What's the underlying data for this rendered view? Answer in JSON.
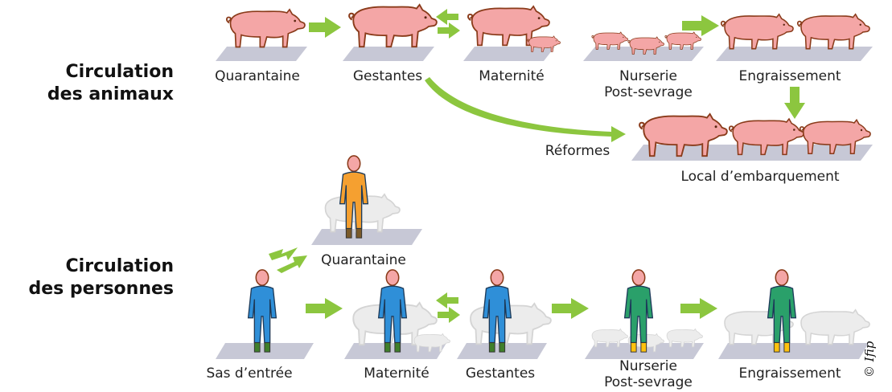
{
  "headings": {
    "animals": [
      "Circulation",
      "des animaux"
    ],
    "people": [
      "Circulation",
      "des personnes"
    ]
  },
  "animal_labels": {
    "quarantaine": "Quarantaine",
    "gestantes": "Gestantes",
    "maternite": "Maternité",
    "nurserie": [
      "Nurserie",
      "Post-sevrage"
    ],
    "engraissement": "Engraissement",
    "reformes": "Réformes",
    "embarquement": "Local d’embarquement"
  },
  "people_labels": {
    "quarantaine": "Quarantaine",
    "sas": "Sas d’entrée",
    "maternite": "Maternité",
    "gestantes": "Gestantes",
    "nurserie": [
      "Nurserie",
      "Post-sevrage"
    ],
    "engraissement": "Engraissement"
  },
  "credit": "© Ifip",
  "colors": {
    "pig": "#f4a6a6",
    "pig_outline": "#8a3b1a",
    "ghost_pig": "#e7e7e7",
    "platform": "#c7c8d6",
    "arrow": "#8cc63f",
    "suit_orange": "#f5a030",
    "suit_blue": "#2f8fd8",
    "suit_green": "#2aa06a",
    "skin": "#f4a6a6",
    "boot_green": "#3f7f2a",
    "boot_yellow": "#ffc20e",
    "boot_brown": "#7a5a2a"
  }
}
